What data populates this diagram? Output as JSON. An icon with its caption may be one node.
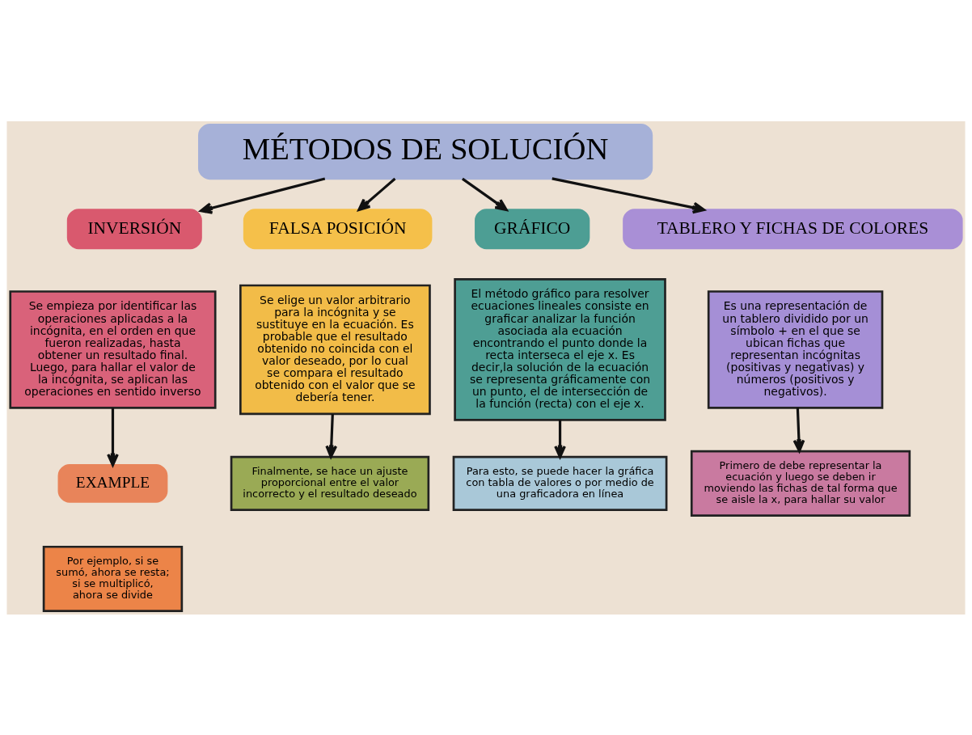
{
  "diagram": {
    "nodes": [
      {
        "text": [
          "MÉTODOS DE SOLUCIÓN"
        ]
      },
      {
        "text": [
          "INVERSIÓN"
        ]
      },
      {
        "text": [
          "FALSA POSICIÓN"
        ]
      },
      {
        "text": [
          "GRÁFICO"
        ]
      },
      {
        "text": [
          "TABLERO Y FICHAS DE COLORES"
        ]
      },
      {
        "text": [
          "Se empieza por identificar las operaciones aplicadas a la incógnita, en el orden en que fueron realizadas, hasta obtener un resultado final. Luego, para hallar el valor de la incógnita, se aplican las operaciones en sentido inverso"
        ]
      },
      {
        "text": [
          "Se elige un valor arbitrario para la incógnita y se sustituye en la ecuación. Es probable que el resultado obtenido no coincida con el valor deseado, por lo cual se compara el resultado obtenido con el valor que se debería tener."
        ]
      },
      {
        "text": [
          "El método gráfico para resolver ecuaciones lineales consiste en graficar analizar la función asociada ala ecuación encontrando el punto donde la recta interseca el eje x. Es decir,la solución de la ecuación se representa gráficamente con un punto, el de intersección de la función (recta) con el eje x."
        ]
      },
      {
        "text": [
          "Es una representación de un tablero dividido por un símbolo + en el que se ubican fichas que representan incógnitas (positivas y negativas) y números (positivos y negativos)."
        ]
      },
      {
        "text": [
          "EXAMPLE"
        ]
      },
      {
        "text": [
          "Por ejemplo, si se sumó, ahora se resta; si se multiplicó, ahora se divide"
        ]
      },
      {
        "text": [
          "Finalmente, se hace un ajuste proporcional entre el valor incorrecto y el resultado deseado"
        ]
      },
      {
        "text": [
          "Para esto, se puede hacer la gráfica con tabla de valores o por medio de una graficadora en línea"
        ]
      },
      {
        "text": [
          "Primero de debe representar la ecuación y luego se deben ir moviendo las fichas de tal forma que se aisle la x, para hallar su valor"
        ]
      }
    ],
    "edges": [
      {
        "from": 0,
        "to": 1,
        "arrow": "to"
      },
      {
        "from": 0,
        "to": 2,
        "arrow": "to"
      },
      {
        "from": 0,
        "to": 3,
        "arrow": "to"
      },
      {
        "from": 0,
        "to": 4,
        "arrow": "to"
      },
      {
        "from": 5,
        "to": 9,
        "arrow": "to"
      },
      {
        "from": 6,
        "to": 11,
        "arrow": "to"
      },
      {
        "from": 7,
        "to": 12,
        "arrow": "to"
      },
      {
        "from": 8,
        "to": 13,
        "arrow": "to"
      }
    ]
  }
}
